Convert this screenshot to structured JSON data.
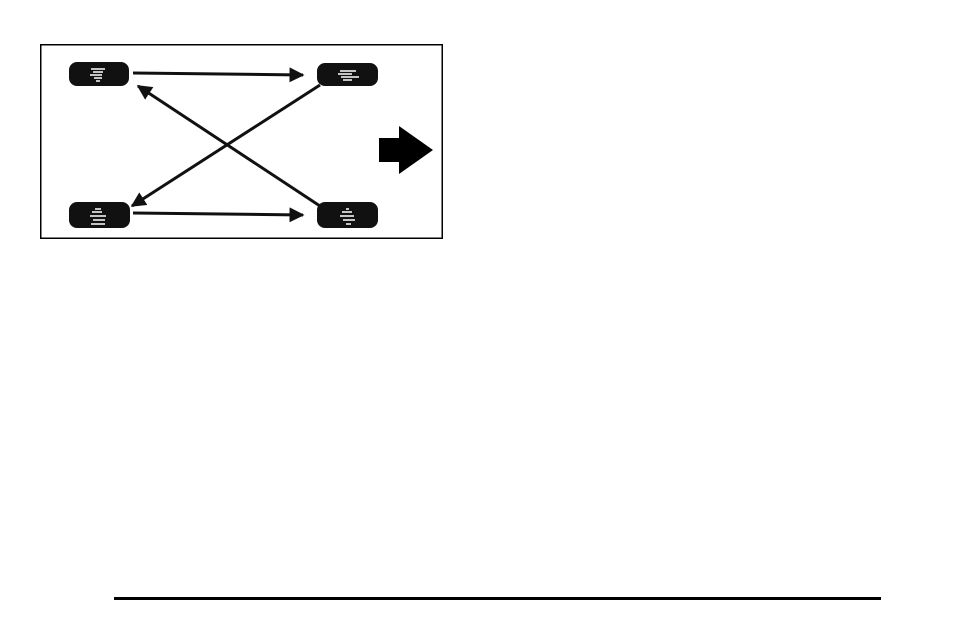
{
  "figure": {
    "kind": "tire-rotation-diagram",
    "tires": [
      "front-left-tire",
      "front-right-tire",
      "rear-left-tire",
      "rear-right-tire"
    ],
    "rotation_arrows": [
      {
        "from": "front-left-tire",
        "to": "front-right-tire"
      },
      {
        "from": "rear-left-tire",
        "to": "rear-right-tire"
      },
      {
        "from": "front-right-tire",
        "to": "rear-left-tire"
      },
      {
        "from": "rear-right-tire",
        "to": "front-left-tire"
      }
    ],
    "tire_color": "#111111",
    "arrow_color": "#111111",
    "frame_color": "#000000"
  },
  "page_icons": {
    "continue_arrow_icon": "right-pointing-block-arrow"
  }
}
